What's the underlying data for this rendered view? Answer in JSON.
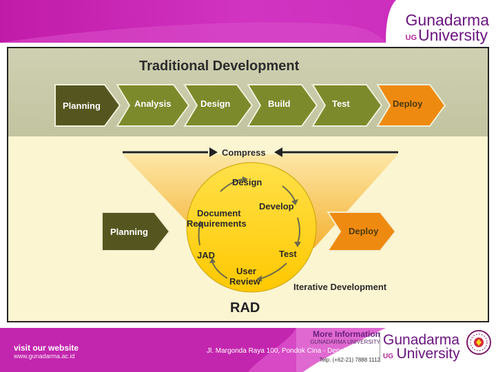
{
  "branding": {
    "top_logo_line1": "Gunadarma",
    "top_logo_ug": "UG",
    "top_logo_line2": "University"
  },
  "diagram": {
    "traditional_title": "Traditional Development",
    "traditional_steps": [
      "Planning",
      "Analysis",
      "Design",
      "Build",
      "Test",
      "Deploy"
    ],
    "compress_label": "Compress",
    "rad_planning": "Planning",
    "rad_deploy": "Deploy",
    "cycle": {
      "design": "Design",
      "develop": "Develop",
      "doc_line1": "Document",
      "doc_line2": "Requirements",
      "test": "Test",
      "jad": "JAD",
      "user_line1": "User",
      "user_line2": "Review"
    },
    "iterative_label": "Iterative Development",
    "rad_title": "RAD",
    "colors": {
      "dark_arrow": "#55561f",
      "olive_arrow": "#7d8a2c",
      "deploy_arrow": "#ef8a10",
      "circle": "#ffd21a"
    }
  },
  "footer": {
    "visit_title": "visit our website",
    "website": "www.gunadarma.ac.id",
    "address": "Jl. Margonda Raya 100, Pondok Cina - Depok, Indonesia",
    "more_info": "More Information",
    "university": "GUNADARMA UNIVERSITY",
    "phone": "Telp. (+62-21) 7888 1112",
    "logo_line1": "Gunadarma",
    "logo_ug": "UG",
    "logo_line2": "University"
  }
}
